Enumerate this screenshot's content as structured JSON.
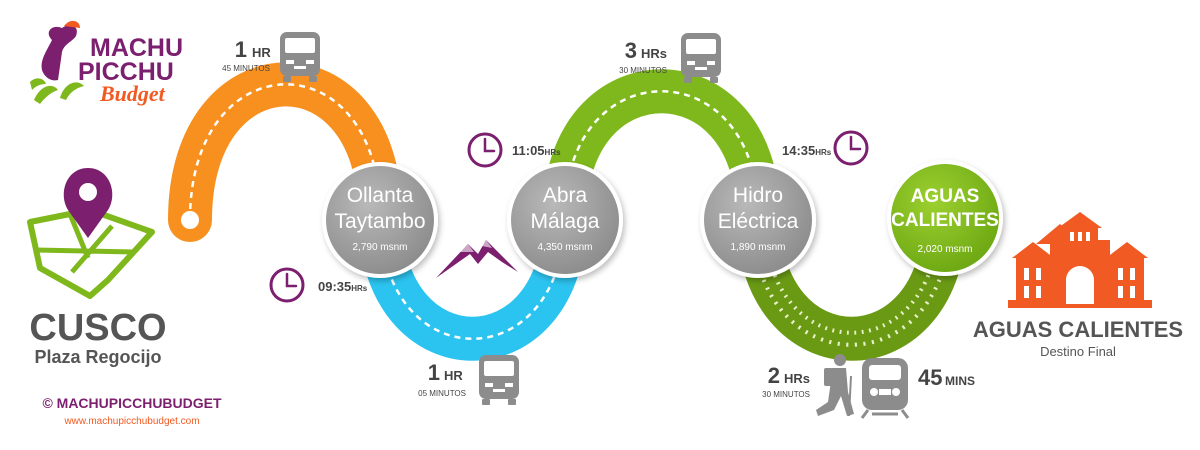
{
  "brand": {
    "line1": "MACHU",
    "line2": "PICCHU",
    "line3": "Budget"
  },
  "origin": {
    "city": "CUSCO",
    "place": "Plaza Regocijo"
  },
  "copyright": "© MACHUPICCHUBUDGET",
  "website": "www.machupicchubudget.com",
  "destination": {
    "name": "AGUAS CALIENTES",
    "subtitle": "Destino Final"
  },
  "stops": [
    {
      "line1": "Ollanta",
      "line2": "Taytambo",
      "altitude": "2,790 msnm"
    },
    {
      "line1": "Abra",
      "line2": "Málaga",
      "altitude": "4,350 msnm"
    },
    {
      "line1": "Hidro",
      "line2": "Eléctrica",
      "altitude": "1,890 msnm"
    },
    {
      "line1": "AGUAS",
      "line2": "CALIENTES",
      "altitude": "2,020 msnm"
    }
  ],
  "times": [
    {
      "value": "09:35",
      "suffix": "HRs"
    },
    {
      "value": "11:05",
      "suffix": "HRs"
    },
    {
      "value": "14:35",
      "suffix": "HRs"
    }
  ],
  "legs": [
    {
      "amount": "1",
      "unit": "HR",
      "detail": "45 MINUTOS"
    },
    {
      "amount": "1",
      "unit": "HR",
      "detail": "05 MINUTOS"
    },
    {
      "amount": "3",
      "unit": "HRs",
      "detail": "30 MINUTOS"
    },
    {
      "amount": "2",
      "unit": "HRs",
      "detail": "30 MINUTOS"
    },
    {
      "amount": "45",
      "unit": "MINS",
      "detail": ""
    }
  ],
  "colors": {
    "orange": "#f7901e",
    "cyan": "#2bc4f0",
    "green": "#7fb81c",
    "olive": "#6a9a14",
    "purple": "#7b1f6e",
    "grey": "#555555",
    "red_orange": "#f15a22"
  }
}
